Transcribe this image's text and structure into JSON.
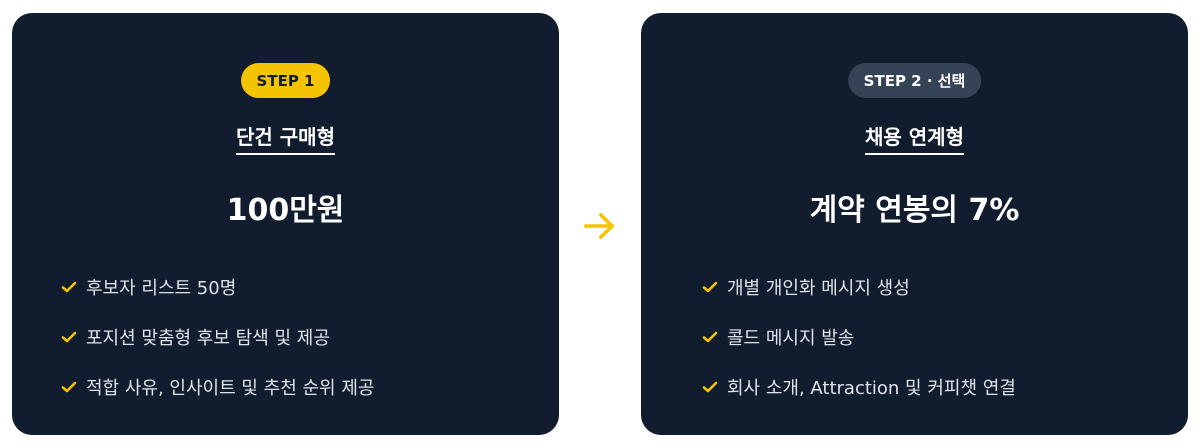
{
  "colors": {
    "card_bg": "#111c2e",
    "accent_yellow": "#f5c400",
    "badge_gray": "#364356",
    "text_white": "#ffffff",
    "feature_text": "#dfe3ea"
  },
  "step1": {
    "badge": "STEP 1",
    "title": "단건 구매형",
    "price": "100만원",
    "features": [
      "후보자 리스트 50명",
      "포지션 맞춤형 후보 탐색 및 제공",
      "적합 사유, 인사이트 및 추천 순위 제공"
    ]
  },
  "connector": {
    "icon": "arrow-right-icon"
  },
  "step2": {
    "badge": "STEP 2 · 선택",
    "title": "채용 연계형",
    "price": "계약 연봉의 7%",
    "features": [
      "개별 개인화 메시지 생성",
      "콜드 메시지 발송",
      "회사 소개, Attraction 및 커피챗 연결"
    ]
  }
}
